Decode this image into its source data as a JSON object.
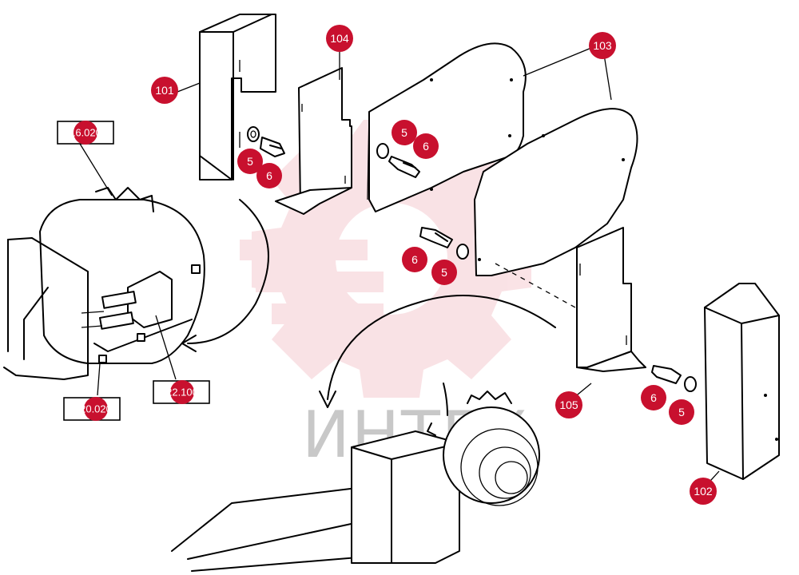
{
  "diagram": {
    "watermark": {
      "text": "ИНТЕХ",
      "color": "#c8102e"
    },
    "callouts": [
      {
        "id": "c101",
        "label": "101"
      },
      {
        "id": "c102",
        "label": "102"
      },
      {
        "id": "c103",
        "label": "103"
      },
      {
        "id": "c104",
        "label": "104"
      },
      {
        "id": "c105",
        "label": "105"
      },
      {
        "id": "c5a",
        "label": "5"
      },
      {
        "id": "c6a",
        "label": "6"
      },
      {
        "id": "c5b",
        "label": "5"
      },
      {
        "id": "c6b",
        "label": "6"
      },
      {
        "id": "c6c",
        "label": "6"
      },
      {
        "id": "c5c",
        "label": "5"
      },
      {
        "id": "c6d",
        "label": "6"
      },
      {
        "id": "c5d",
        "label": "5"
      }
    ],
    "references": [
      {
        "id": "r1",
        "label": "16.020"
      },
      {
        "id": "r2",
        "label": "22.100"
      },
      {
        "id": "r3",
        "label": "20.020"
      }
    ],
    "callout_color": "#c8102e"
  }
}
